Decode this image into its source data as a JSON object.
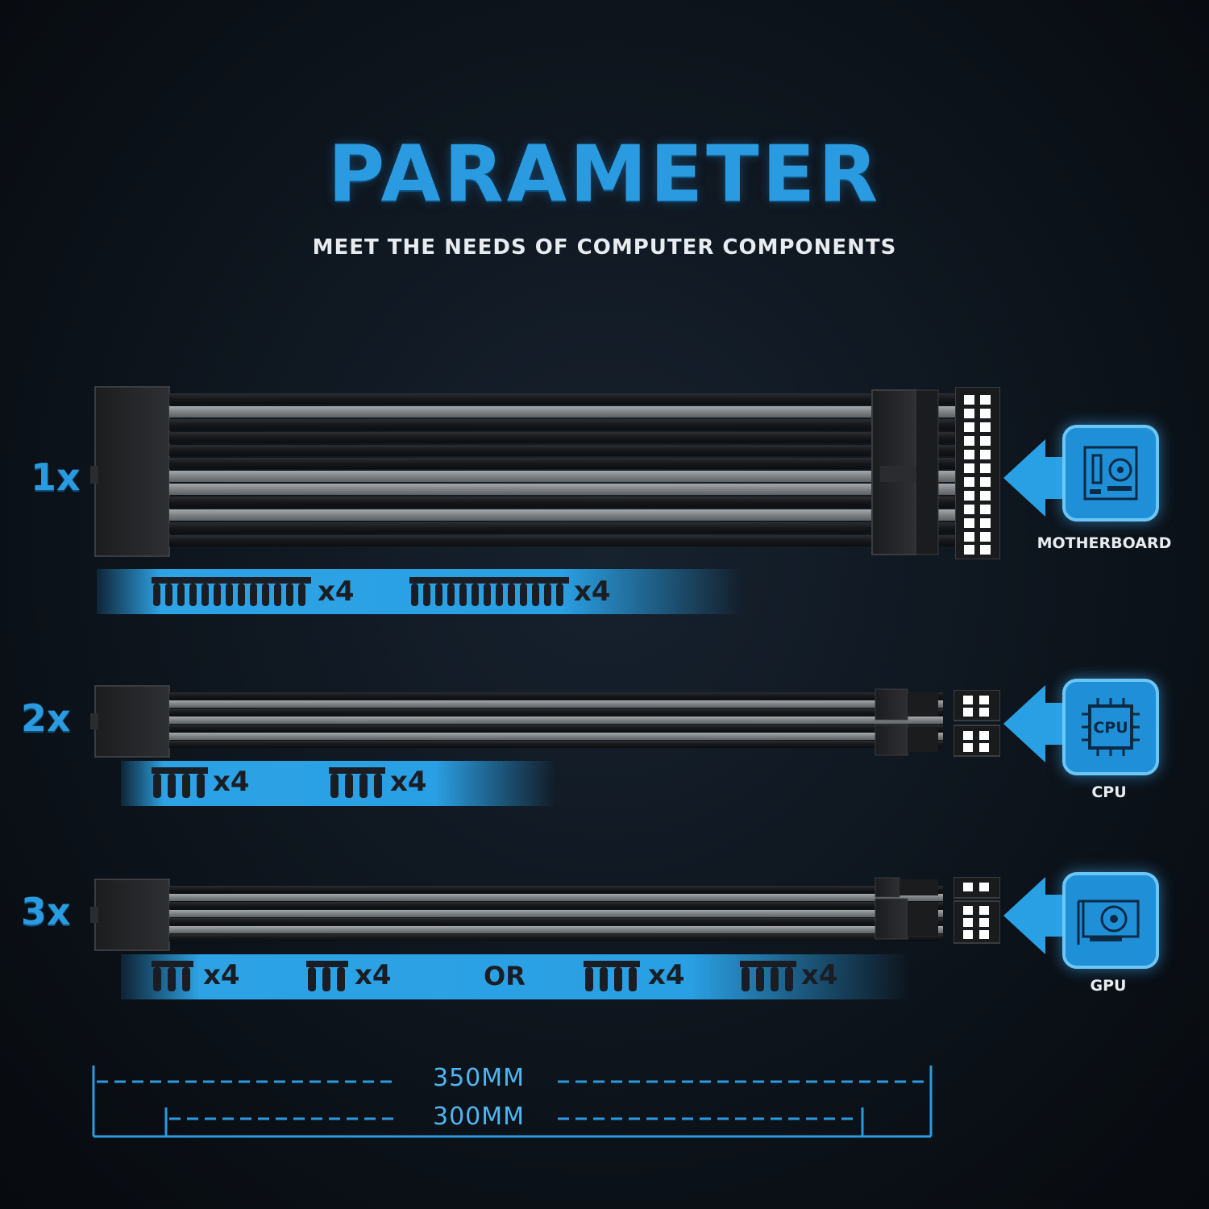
{
  "header": {
    "title": "PARAMETER",
    "subtitle": "MEET THE NEEDS OF COMPUTER COMPONENTS"
  },
  "rows": [
    {
      "quantity": "1x",
      "combs": [
        "x4",
        "x4"
      ],
      "device_label": "MOTHERBOARD",
      "device_icon": "motherboard-icon"
    },
    {
      "quantity": "2x",
      "combs": [
        "x4",
        "x4"
      ],
      "device_label": "CPU",
      "device_icon": "cpu-icon",
      "icon_text": "CPU"
    },
    {
      "quantity": "3x",
      "combs": [
        "x4",
        "x4",
        "x4",
        "x4"
      ],
      "separator": "OR",
      "device_label": "GPU",
      "device_icon": "gpu-icon"
    }
  ],
  "measurements": {
    "outer": "350MM",
    "inner": "300MM"
  },
  "colors": {
    "accent": "#2a9be0",
    "band": "#2da3e6",
    "background": "#0d141c",
    "sleeve_black": "#1b1c1e",
    "sleeve_grey": "#8a8d90"
  }
}
